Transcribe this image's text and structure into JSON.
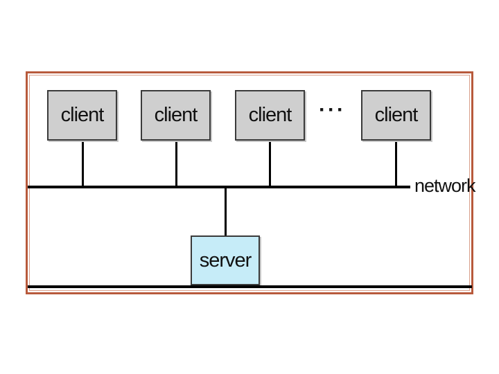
{
  "diagram": {
    "clients": [
      {
        "label": "client"
      },
      {
        "label": "client"
      },
      {
        "label": "client"
      },
      {
        "label": "client"
      }
    ],
    "ellipsis": "···",
    "network_label": "network",
    "server": {
      "label": "server"
    },
    "colors": {
      "client_fill": "#cfcfcf",
      "server_fill": "#c6ecf8",
      "frame_border": "#b85a3c",
      "lines": "#000000"
    }
  }
}
